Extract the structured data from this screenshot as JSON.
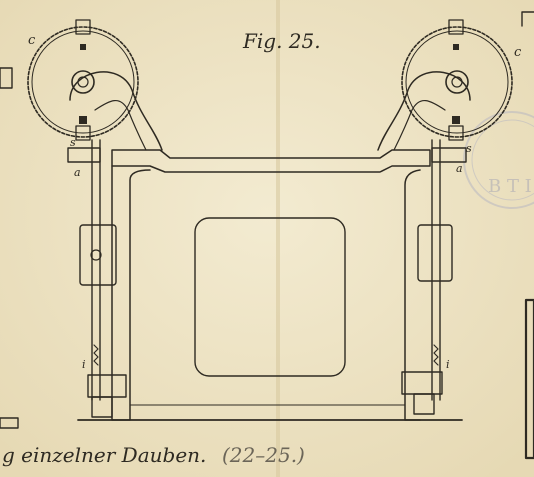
{
  "figure_label": "Fig. 25.",
  "caption": "g einzelner Dauben.",
  "caption_ref": "(22–25.)",
  "part_labels": {
    "c_left": "c",
    "c_right": "c",
    "s_left": "s",
    "s_right": "s",
    "a_left": "a",
    "a_right": "a",
    "i_left": "i",
    "i_right": "i"
  },
  "stamp_text": "B T I",
  "colors": {
    "paper": "#efe6c9",
    "ink": "#2e2a22",
    "stamp": "#b9b8c2"
  }
}
